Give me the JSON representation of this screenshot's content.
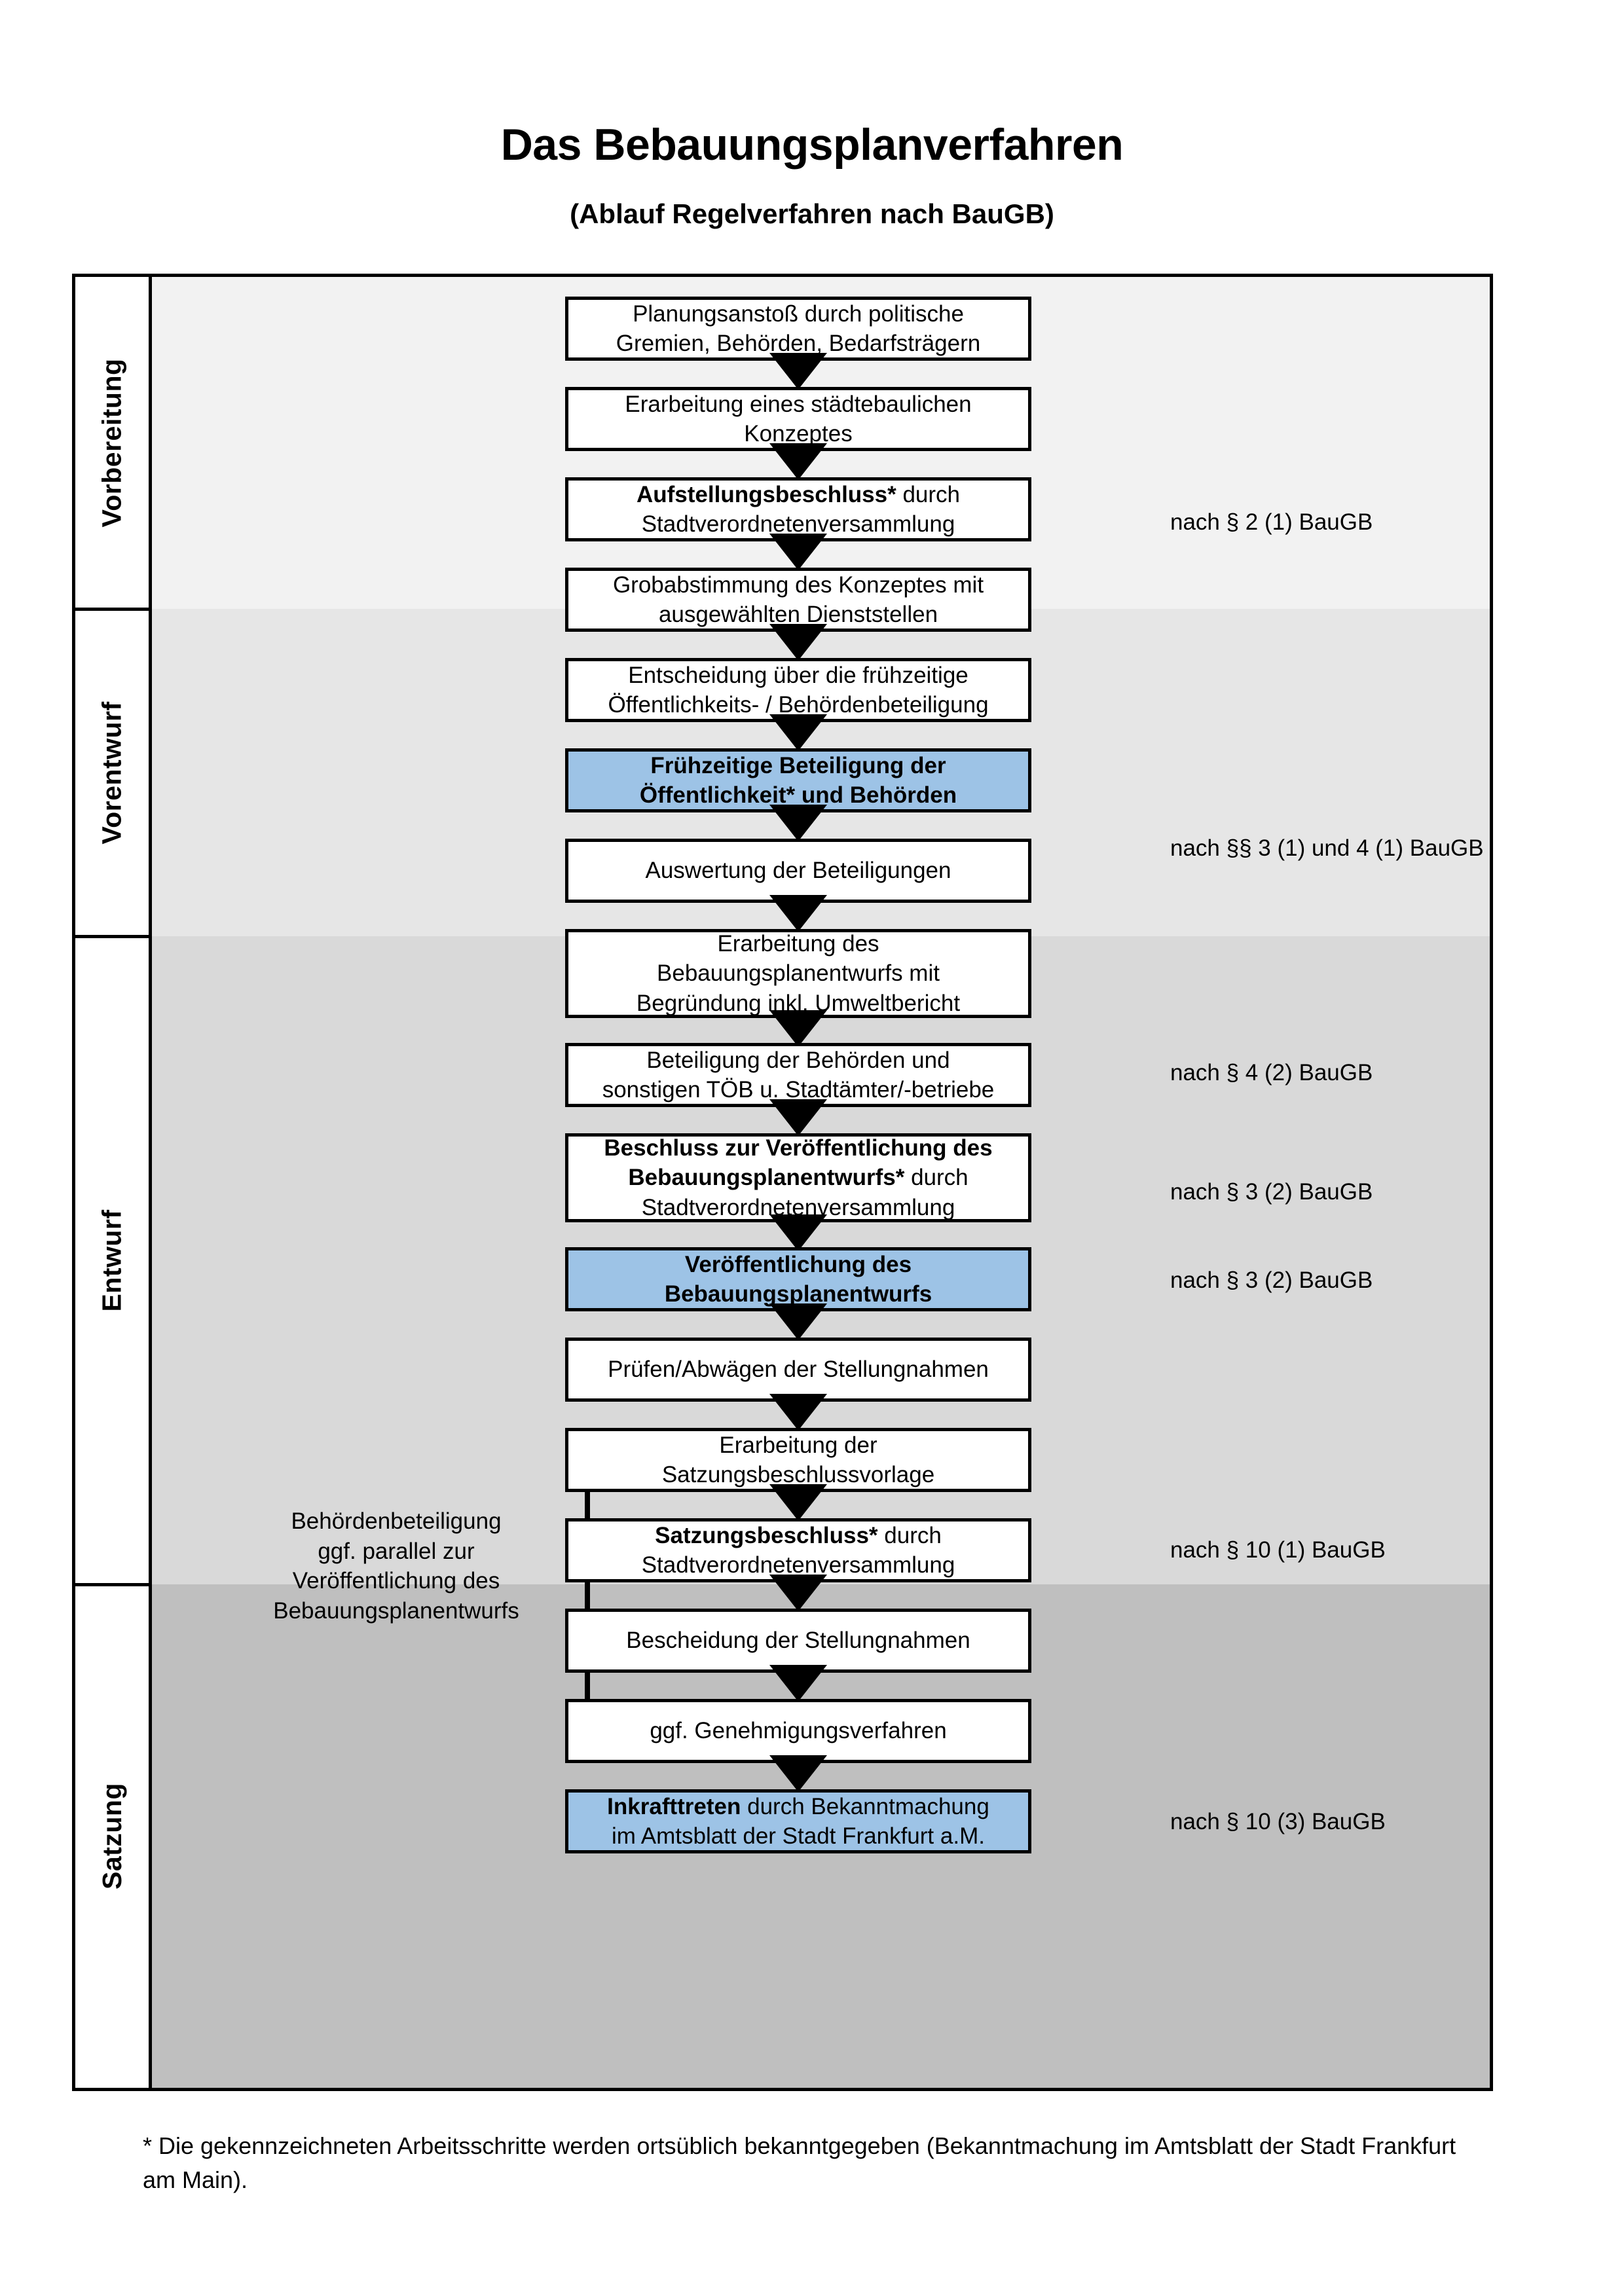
{
  "header": {
    "title": "Das Bebauungsplanverfahren",
    "subtitle": "(Ablauf Regelverfahren nach BauGB)"
  },
  "colors": {
    "highlight_box": "#9DC3E6",
    "band_vorbereitung": "#F2F2F2",
    "band_vorentwurf": "#E6E6E6",
    "band_entwurf": "#D9D9D9",
    "band_satzung": "#BFBFBF",
    "border": "#000000"
  },
  "phases": [
    {
      "label": "Vorbereitung"
    },
    {
      "label": "Vorentwurf"
    },
    {
      "label": "Entwurf"
    },
    {
      "label": "Satzung"
    }
  ],
  "steps": [
    {
      "id": "planungsanstoss",
      "phase": "Vorbereitung",
      "lines": [
        {
          "text": "Planungsanstoß durch politische",
          "bold": false
        },
        {
          "text": "Gremien, Behörden, Bedarfsträgern",
          "bold": false
        }
      ],
      "highlight": false
    },
    {
      "id": "staedtebauliches-konzept",
      "phase": "Vorbereitung",
      "lines": [
        {
          "text": "Erarbeitung eines städtebaulichen",
          "bold": false
        },
        {
          "text": "Konzeptes",
          "bold": false
        }
      ],
      "highlight": false
    },
    {
      "id": "aufstellungsbeschluss",
      "phase": "Vorbereitung",
      "lines": [
        {
          "text": "Aufstellungsbeschluss*",
          "bold": true,
          "suffix": " durch"
        },
        {
          "text": "Stadtverordnetenversammlung",
          "bold": false
        }
      ],
      "highlight": false
    },
    {
      "id": "grobabstimmung",
      "phase": "Vorentwurf",
      "lines": [
        {
          "text": "Grobabstimmung des Konzeptes mit",
          "bold": false
        },
        {
          "text": "ausgewählten Dienststellen",
          "bold": false
        }
      ],
      "highlight": false
    },
    {
      "id": "entscheidung-fruehzeitige-beteiligung",
      "phase": "Vorentwurf",
      "lines": [
        {
          "text": "Entscheidung über die frühzeitige",
          "bold": false
        },
        {
          "text": "Öffentlichkeits- / Behördenbeteiligung",
          "bold": false
        }
      ],
      "highlight": false
    },
    {
      "id": "fruehzeitige-beteiligung",
      "phase": "Vorentwurf",
      "lines": [
        {
          "text": "Frühzeitige Beteiligung der",
          "bold": true
        },
        {
          "text": "Öffentlichkeit* und Behörden",
          "bold": true
        }
      ],
      "highlight": true
    },
    {
      "id": "auswertung-beteiligungen",
      "phase": "Entwurf",
      "lines": [
        {
          "text": "Auswertung der Beteiligungen",
          "bold": false
        }
      ],
      "highlight": false
    },
    {
      "id": "erarbeitung-bebauungsplanentwurf",
      "phase": "Entwurf",
      "lines": [
        {
          "text": "Erarbeitung des",
          "bold": false
        },
        {
          "text": "Bebauungsplanentwurfs mit",
          "bold": false
        },
        {
          "text": "Begründung inkl. Umweltbericht",
          "bold": false
        }
      ],
      "highlight": false
    },
    {
      "id": "beteiligung-behoerden-toeb",
      "phase": "Entwurf",
      "lines": [
        {
          "text": "Beteiligung der Behörden und",
          "bold": false
        },
        {
          "text": "sonstigen TÖB u. Stadtämter/-betriebe",
          "bold": false
        }
      ],
      "highlight": false
    },
    {
      "id": "beschluss-veroeffentlichung",
      "phase": "Entwurf",
      "lines": [
        {
          "text": "Beschluss zur Veröffentlichung des",
          "bold": true
        },
        {
          "text": "Bebauungsplanentwurfs*",
          "bold": true,
          "suffix": " durch"
        },
        {
          "text": "Stadtverordnetenversammlung",
          "bold": false
        }
      ],
      "highlight": false
    },
    {
      "id": "veroeffentlichung-bebauungsplanentwurf",
      "phase": "Entwurf",
      "lines": [
        {
          "text": "Veröffentlichung des",
          "bold": true
        },
        {
          "text": "Bebauungsplanentwurfs",
          "bold": true
        }
      ],
      "highlight": true
    },
    {
      "id": "pruefen-abwaegen",
      "phase": "Satzung",
      "lines": [
        {
          "text": "Prüfen/Abwägen der Stellungnahmen",
          "bold": false
        }
      ],
      "highlight": false
    },
    {
      "id": "satzungsbeschlussvorlage",
      "phase": "Satzung",
      "lines": [
        {
          "text": "Erarbeitung der",
          "bold": false
        },
        {
          "text": "Satzungsbeschlussvorlage",
          "bold": false
        }
      ],
      "highlight": false
    },
    {
      "id": "satzungsbeschluss",
      "phase": "Satzung",
      "lines": [
        {
          "text": "Satzungsbeschluss*",
          "bold": true,
          "suffix": " durch"
        },
        {
          "text": "Stadtverordnetenversammlung",
          "bold": false
        }
      ],
      "highlight": false
    },
    {
      "id": "bescheidung-stellungnahmen",
      "phase": "Satzung",
      "lines": [
        {
          "text": "Bescheidung der Stellungnahmen",
          "bold": false
        }
      ],
      "highlight": false
    },
    {
      "id": "genehmigungsverfahren",
      "phase": "Satzung",
      "lines": [
        {
          "text": "ggf. Genehmigungsverfahren",
          "bold": false
        }
      ],
      "highlight": false
    },
    {
      "id": "inkrafttreten",
      "phase": "Satzung",
      "lines": [
        {
          "text": "Inkrafttreten",
          "bold": true,
          "suffix": " durch Bekanntmachung"
        },
        {
          "text": "im Amtsblatt der Stadt Frankfurt a.M.",
          "bold": false
        }
      ],
      "highlight": true
    }
  ],
  "legal_references": [
    {
      "id": "ref-par2-1",
      "text": "nach § 2 (1) BauGB"
    },
    {
      "id": "ref-par3-1-4-1",
      "text": "nach §§ 3 (1) und 4 (1) BauGB"
    },
    {
      "id": "ref-par4-2",
      "text": "nach § 4 (2) BauGB"
    },
    {
      "id": "ref-par3-2-a",
      "text": "nach § 3 (2) BauGB"
    },
    {
      "id": "ref-par3-2-b",
      "text": "nach § 3 (2) BauGB"
    },
    {
      "id": "ref-par10-1",
      "text": "nach § 10 (1) BauGB"
    },
    {
      "id": "ref-par10-3",
      "text": "nach § 10 (3) BauGB"
    }
  ],
  "side_note": {
    "lines": [
      "Behördenbeteiligung",
      "ggf. parallel zur",
      "Veröffentlichung des",
      "Bebauungsplanentwurfs"
    ]
  },
  "footnote": {
    "text": "* Die gekennzeichneten Arbeitsschritte werden ortsüblich bekanntgegeben (Bekanntmachung im Amtsblatt  der Stadt Frankfurt am Main)."
  }
}
